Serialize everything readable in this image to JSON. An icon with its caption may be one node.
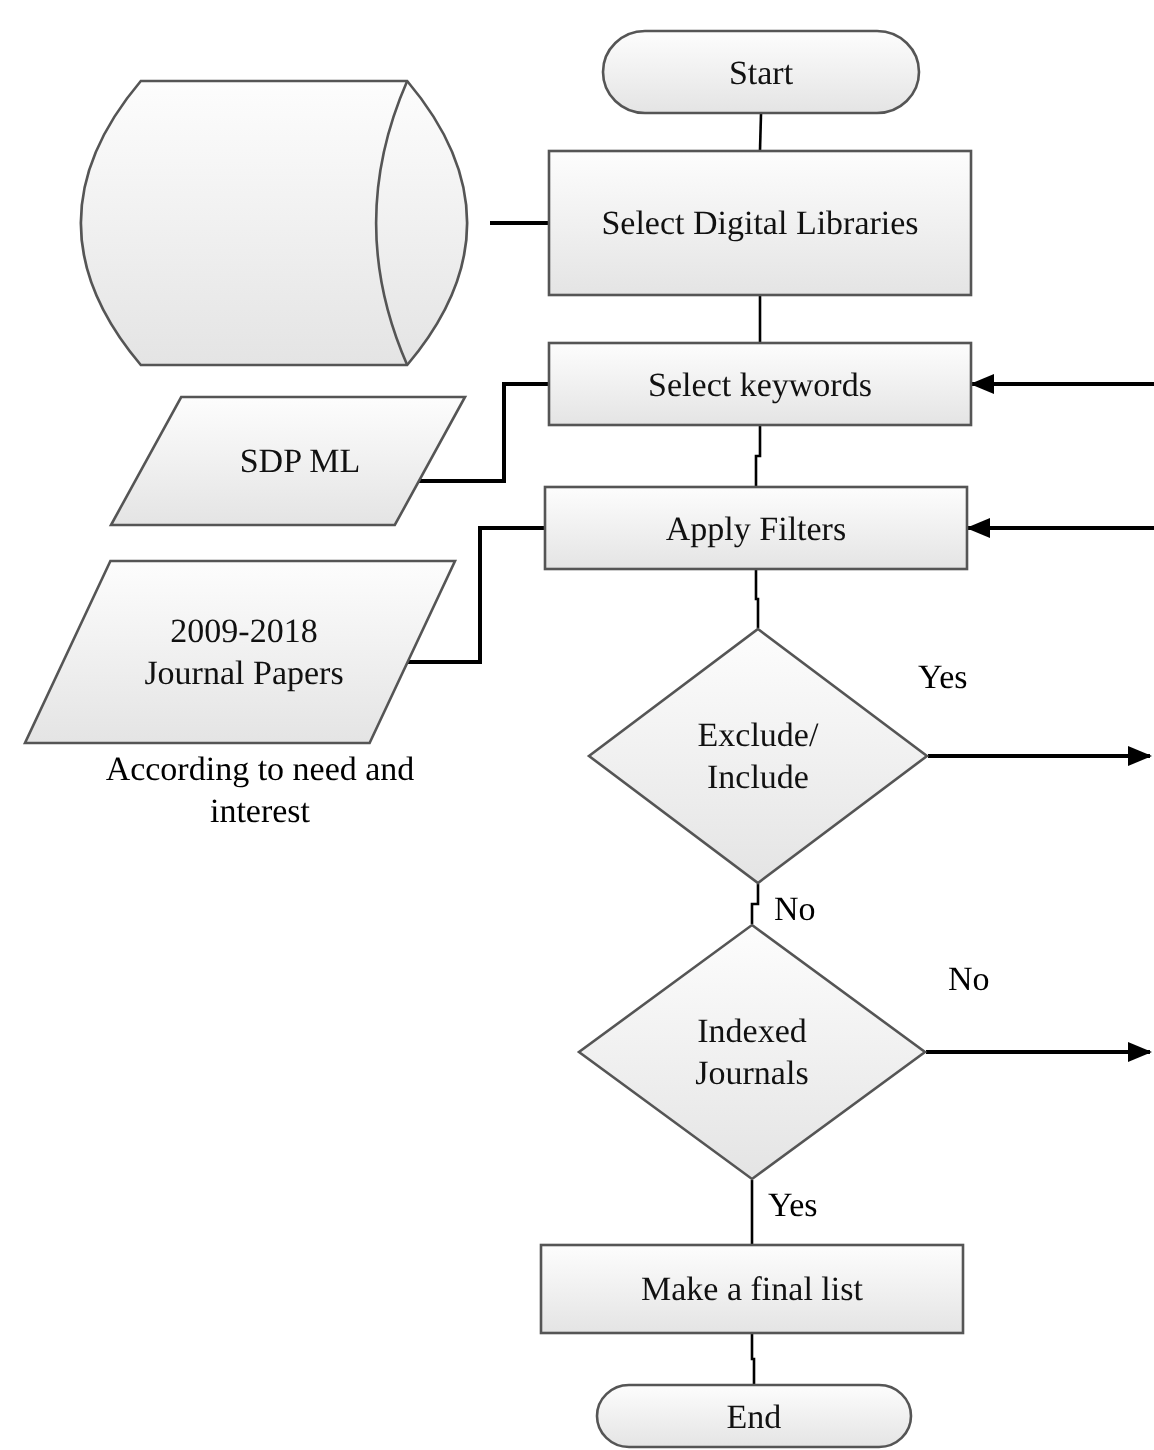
{
  "diagram": {
    "nodes": [
      {
        "text": [
          "Start"
        ]
      },
      {
        "text": [],
        "shape": "cylinder"
      },
      {
        "text": [
          "Select Digital Libraries"
        ]
      },
      {
        "text": [
          "Select keywords"
        ]
      },
      {
        "text": [
          "SDP ML"
        ]
      },
      {
        "text": [
          "Apply Filters"
        ]
      },
      {
        "text": [
          "2009-2018 Journal Papers"
        ]
      },
      {
        "text": [
          "Exclude/ Include"
        ]
      },
      {
        "text": [
          "Indexed Journals"
        ]
      },
      {
        "text": [
          "Make a final list"
        ]
      },
      {
        "text": [
          "End"
        ]
      }
    ],
    "edges": [
      {
        "from": 0,
        "to": 2,
        "arrow": "none"
      },
      {
        "from": 2,
        "to": 3,
        "arrow": "none"
      },
      {
        "from": 3,
        "to": 5,
        "arrow": "none"
      },
      {
        "from": 5,
        "to": 7,
        "arrow": "none"
      },
      {
        "from": 7,
        "to": 8,
        "arrow": "none",
        "label": "No"
      },
      {
        "from": 8,
        "to": 9,
        "arrow": "none",
        "label": "Yes"
      },
      {
        "from": 9,
        "to": 10,
        "arrow": "none"
      },
      {
        "from": 1,
        "to": 2,
        "arrow": "none"
      },
      {
        "from": 4,
        "to": 3,
        "arrow": "none"
      },
      {
        "from": 6,
        "to": 5,
        "arrow": "none"
      },
      {
        "from": null,
        "to": 3,
        "arrow": "to"
      },
      {
        "from": null,
        "to": 5,
        "arrow": "to"
      },
      {
        "from": 7,
        "to": null,
        "arrow": "to",
        "label": "Yes"
      },
      {
        "from": 8,
        "to": null,
        "arrow": "to",
        "label": "No"
      }
    ],
    "labels": [
      "According to need and interest"
    ]
  }
}
